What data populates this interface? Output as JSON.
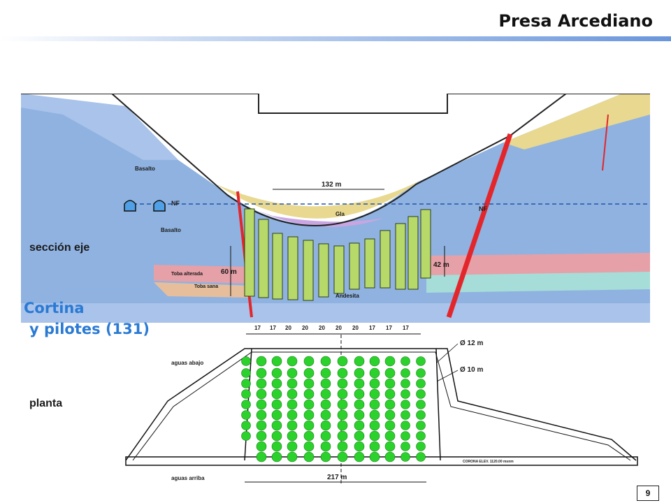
{
  "header": {
    "title": "Presa Arcediano"
  },
  "overlay": {
    "line1": "Cortina",
    "line2": "y pilotes (131)"
  },
  "page_number": "9",
  "section": {
    "label": "sección eje",
    "width_label": "132 m",
    "depth_left": "60 m",
    "depth_right": "42 m",
    "water_label": "NF",
    "rocks": {
      "basalt": "Basalto",
      "toba_altered": "Toba alterada",
      "toba_sana": "Toba sana",
      "gla": "Gla",
      "andesite": "Andesita"
    }
  },
  "plan": {
    "label": "planta",
    "downstream": "aguas abajo",
    "upstream": "aguas arriba",
    "width_label": "217 m",
    "diameters": [
      "Ø 12 m",
      "Ø 10 m"
    ],
    "corona": "CORONA ELEV. 1120.00 msnm",
    "spacings": [
      "17",
      "17",
      "20",
      "20",
      "20",
      "20",
      "20",
      "17",
      "17",
      "17"
    ]
  },
  "colors": {
    "accent": "#2a7ad4",
    "pile": "#b6d96a",
    "circle": "#2bd22b",
    "fault": "#e3262b"
  }
}
